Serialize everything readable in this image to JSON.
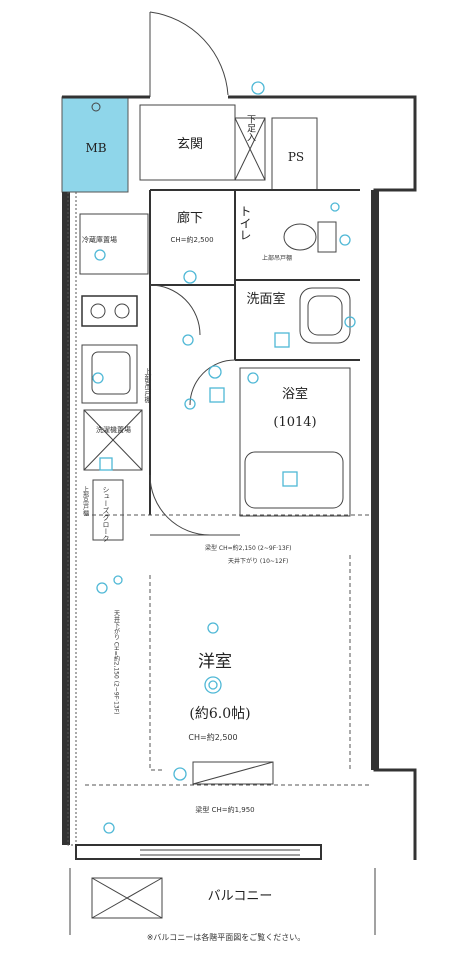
{
  "rooms": {
    "mb": "MB",
    "genkan": "玄関",
    "geta": "下足入",
    "ps": "PS",
    "roka": "廊下",
    "roka_ch": "CH=約2,500",
    "toilet": "トイレ",
    "toilet_note": "上部吊戸棚",
    "senmen": "洗面室",
    "yokushitsu": "浴室",
    "yokushitsu_size": "(1014)",
    "reizoko": "冷蔵庫置場",
    "kitchen_note": "上部吊戸棚",
    "sentakuki": "洗濯機置場",
    "closet": "シューズクローク",
    "closet_note": "上部吊戸棚",
    "yoshitsu": "洋室",
    "yoshitsu_size": "(約6.0帖)",
    "yoshitsu_ch": "CH=約2,500",
    "bari_top": "梁型 CH=約2,150 (2~9F·13F)",
    "bari_top2": "天井下がり (10~12F)",
    "bari_side": "天井下がり CH=約2,150 (2~9F·13F)",
    "bari_bottom": "梁型 CH=約1,950",
    "balcony": "バルコニー",
    "note": "※バルコニーは各階平面図をご覧ください。"
  },
  "colors": {
    "mb_fill": "#8fd6ea",
    "accent": "#4fb8d6",
    "wall": "#333333"
  }
}
